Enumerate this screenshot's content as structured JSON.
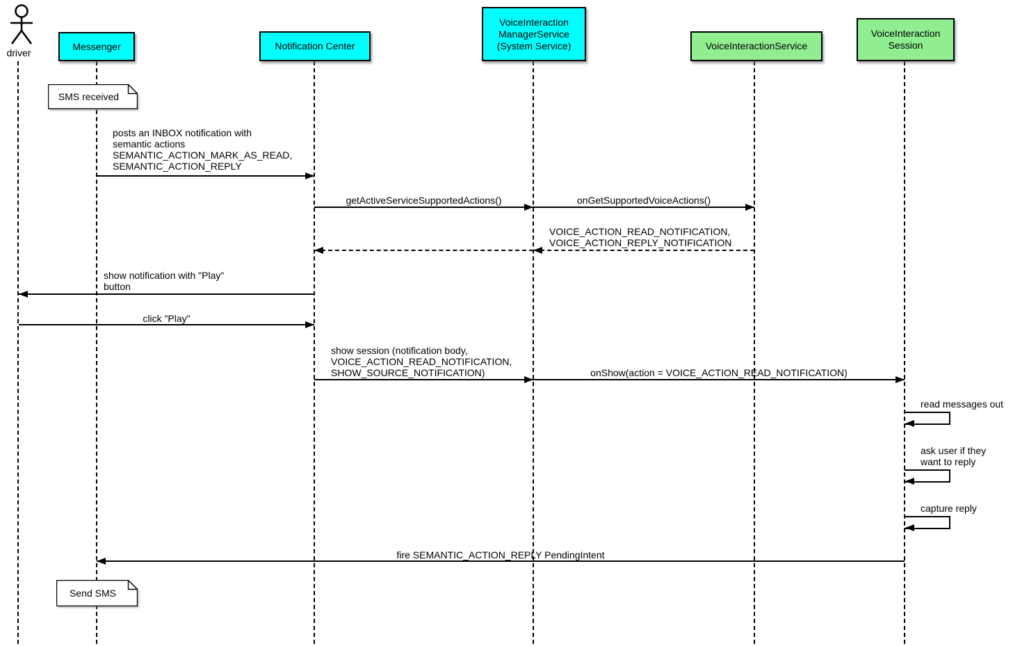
{
  "diagram": {
    "kind": "uml-sequence-diagram",
    "colors": {
      "participant_system": "#00ffff",
      "participant_service": "#90ee90",
      "line": "#000000",
      "note_fill": "#ffffff",
      "background": "#ffffff"
    },
    "participants": [
      {
        "id": "driver",
        "kind": "actor",
        "label": "driver"
      },
      {
        "id": "messenger",
        "kind": "participant",
        "label": "Messenger",
        "fill": "#00ffff"
      },
      {
        "id": "notification-center",
        "kind": "participant",
        "label": "Notification Center",
        "fill": "#00ffff"
      },
      {
        "id": "voice-interaction-manager-service",
        "kind": "participant",
        "label": "VoiceInteraction\nManagerService\n(System Service)",
        "fill": "#00ffff"
      },
      {
        "id": "voice-interaction-service",
        "kind": "participant",
        "label": "VoiceInteractionService",
        "fill": "#90ee90"
      },
      {
        "id": "voice-interaction-session",
        "kind": "participant",
        "label": "VoiceInteraction\nSession",
        "fill": "#90ee90"
      }
    ],
    "notes": [
      {
        "at": "messenger",
        "text": "SMS received"
      },
      {
        "at": "messenger",
        "text": "Send SMS"
      }
    ],
    "messages": [
      {
        "from": "messenger",
        "to": "notification-center",
        "style": "solid",
        "text": "posts an INBOX notification with\nsemantic actions\nSEMANTIC_ACTION_MARK_AS_READ,\nSEMANTIC_ACTION_REPLY"
      },
      {
        "from": "notification-center",
        "to": "voice-interaction-manager-service",
        "style": "solid",
        "text": "getActiveServiceSupportedActions()"
      },
      {
        "from": "voice-interaction-manager-service",
        "to": "voice-interaction-service",
        "style": "solid",
        "text": "onGetSupportedVoiceActions()"
      },
      {
        "from": "voice-interaction-service",
        "to": "notification-center",
        "style": "dashed-return",
        "text": "VOICE_ACTION_READ_NOTIFICATION,\nVOICE_ACTION_REPLY_NOTIFICATION"
      },
      {
        "from": "notification-center",
        "to": "driver",
        "style": "solid",
        "text": "show notification with \"Play\"\nbutton"
      },
      {
        "from": "driver",
        "to": "notification-center",
        "style": "solid",
        "text": "click \"Play\""
      },
      {
        "from": "notification-center",
        "to": "voice-interaction-manager-service",
        "style": "solid",
        "text": "show session (notification body,\nVOICE_ACTION_READ_NOTIFICATION,\nSHOW_SOURCE_NOTIFICATION)"
      },
      {
        "from": "voice-interaction-manager-service",
        "to": "voice-interaction-session",
        "style": "solid",
        "text": "onShow(action = VOICE_ACTION_READ_NOTIFICATION)"
      },
      {
        "from": "voice-interaction-session",
        "to": "voice-interaction-session",
        "style": "self",
        "text": "read messages out"
      },
      {
        "from": "voice-interaction-session",
        "to": "voice-interaction-session",
        "style": "self",
        "text": "ask user if they\nwant to reply"
      },
      {
        "from": "voice-interaction-session",
        "to": "voice-interaction-session",
        "style": "self",
        "text": "capture reply"
      },
      {
        "from": "voice-interaction-session",
        "to": "messenger",
        "style": "solid",
        "text": "fire SEMANTIC_ACTION_REPLY PendingIntent"
      }
    ]
  }
}
